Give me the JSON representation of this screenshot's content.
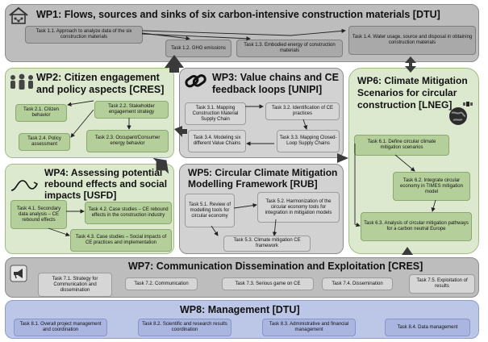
{
  "wp1": {
    "title": "WP1: Flows, sources and sinks of six carbon-intensive construction materials [DTU]",
    "tasks": [
      "Task 1.1. Approach to analyze data of the six construction materials",
      "Task 1.2. GHG emissions",
      "Task 1.3. Embodied energy of construction materials",
      "Task 1.4. Water usage, source and disposal in obtaining construction materials"
    ]
  },
  "wp2": {
    "title": "WP2: Citizen engagement and policy aspects [CRES]",
    "tasks": [
      "Task 2.1. Citizen behavior",
      "Task 2.2. Stakeholder engagement strategy",
      "Task 2.4. Policy assessment",
      "Task 2.3. Occupant/Consumer energy behavior"
    ]
  },
  "wp3": {
    "title": "WP3: Value chains and CE feedback loops [UNIPI]",
    "tasks": [
      "Task 3.1. Mapping Construction Material Supply Chain",
      "Task 3.2. Identification of CE practices",
      "Task 3.4. Modeling six different Value Chains",
      "Task 3.3. Mapping Closed-Loop Supply Chains"
    ]
  },
  "wp4": {
    "title": "WP4: Assessing potential rebound effects and social impacts [USFD]",
    "tasks": [
      "Task 4.1. Secondary data analysis – CE rebound effects",
      "Task 4.2. Case studies – CE rebound effects in the construction industry",
      "Task 4.3. Case studies – Social impacts of CE practices and implementation"
    ]
  },
  "wp5": {
    "title": "WP5: Circular Climate Mitigation Modelling Framework [RUB]",
    "tasks": [
      "Task 5.1. Review of modelling tools for circular economy",
      "Task 5.2. Harmonization of the circular economy tools for integration in mitigation models",
      "Task 5.3. Climate mitigation CE framework"
    ]
  },
  "wp6": {
    "title": "WP6: Climate Mitigation Scenarios for circular construction [LNEG]",
    "tasks": [
      "Task 6.1. Define circular climate mitigation scenarios",
      "Task 6.2. Integrate circular economy in TIMES mitigation model",
      "Task 6.3. Analysis of circular mitigation pathways for a carbon neutral Europe"
    ]
  },
  "wp7": {
    "title": "WP7: Communication  Dissemination and Exploitation [CRES]",
    "tasks": [
      "Task 7.1. Strategy for Communication and dissemination",
      "Task 7.2. Communication",
      "Task 7.3. Serious game on CE",
      "Task 7.4. Dissemination",
      "Task 7.5. Exploitation of results"
    ]
  },
  "wp8": {
    "title": "WP8: Management [DTU]",
    "tasks": [
      "Task 8.1. Overall project management and coordination",
      "Task 8.2. Scientific and research results coordination",
      "Task 8.3. Administrative and financial management",
      "Task 8.4. Data management"
    ]
  },
  "icons": [
    "house-network-icon",
    "people-group-icon",
    "chain-link-icon",
    "rebound-curve-icon",
    "earth-satellite-icon",
    "megaphone-icon"
  ]
}
